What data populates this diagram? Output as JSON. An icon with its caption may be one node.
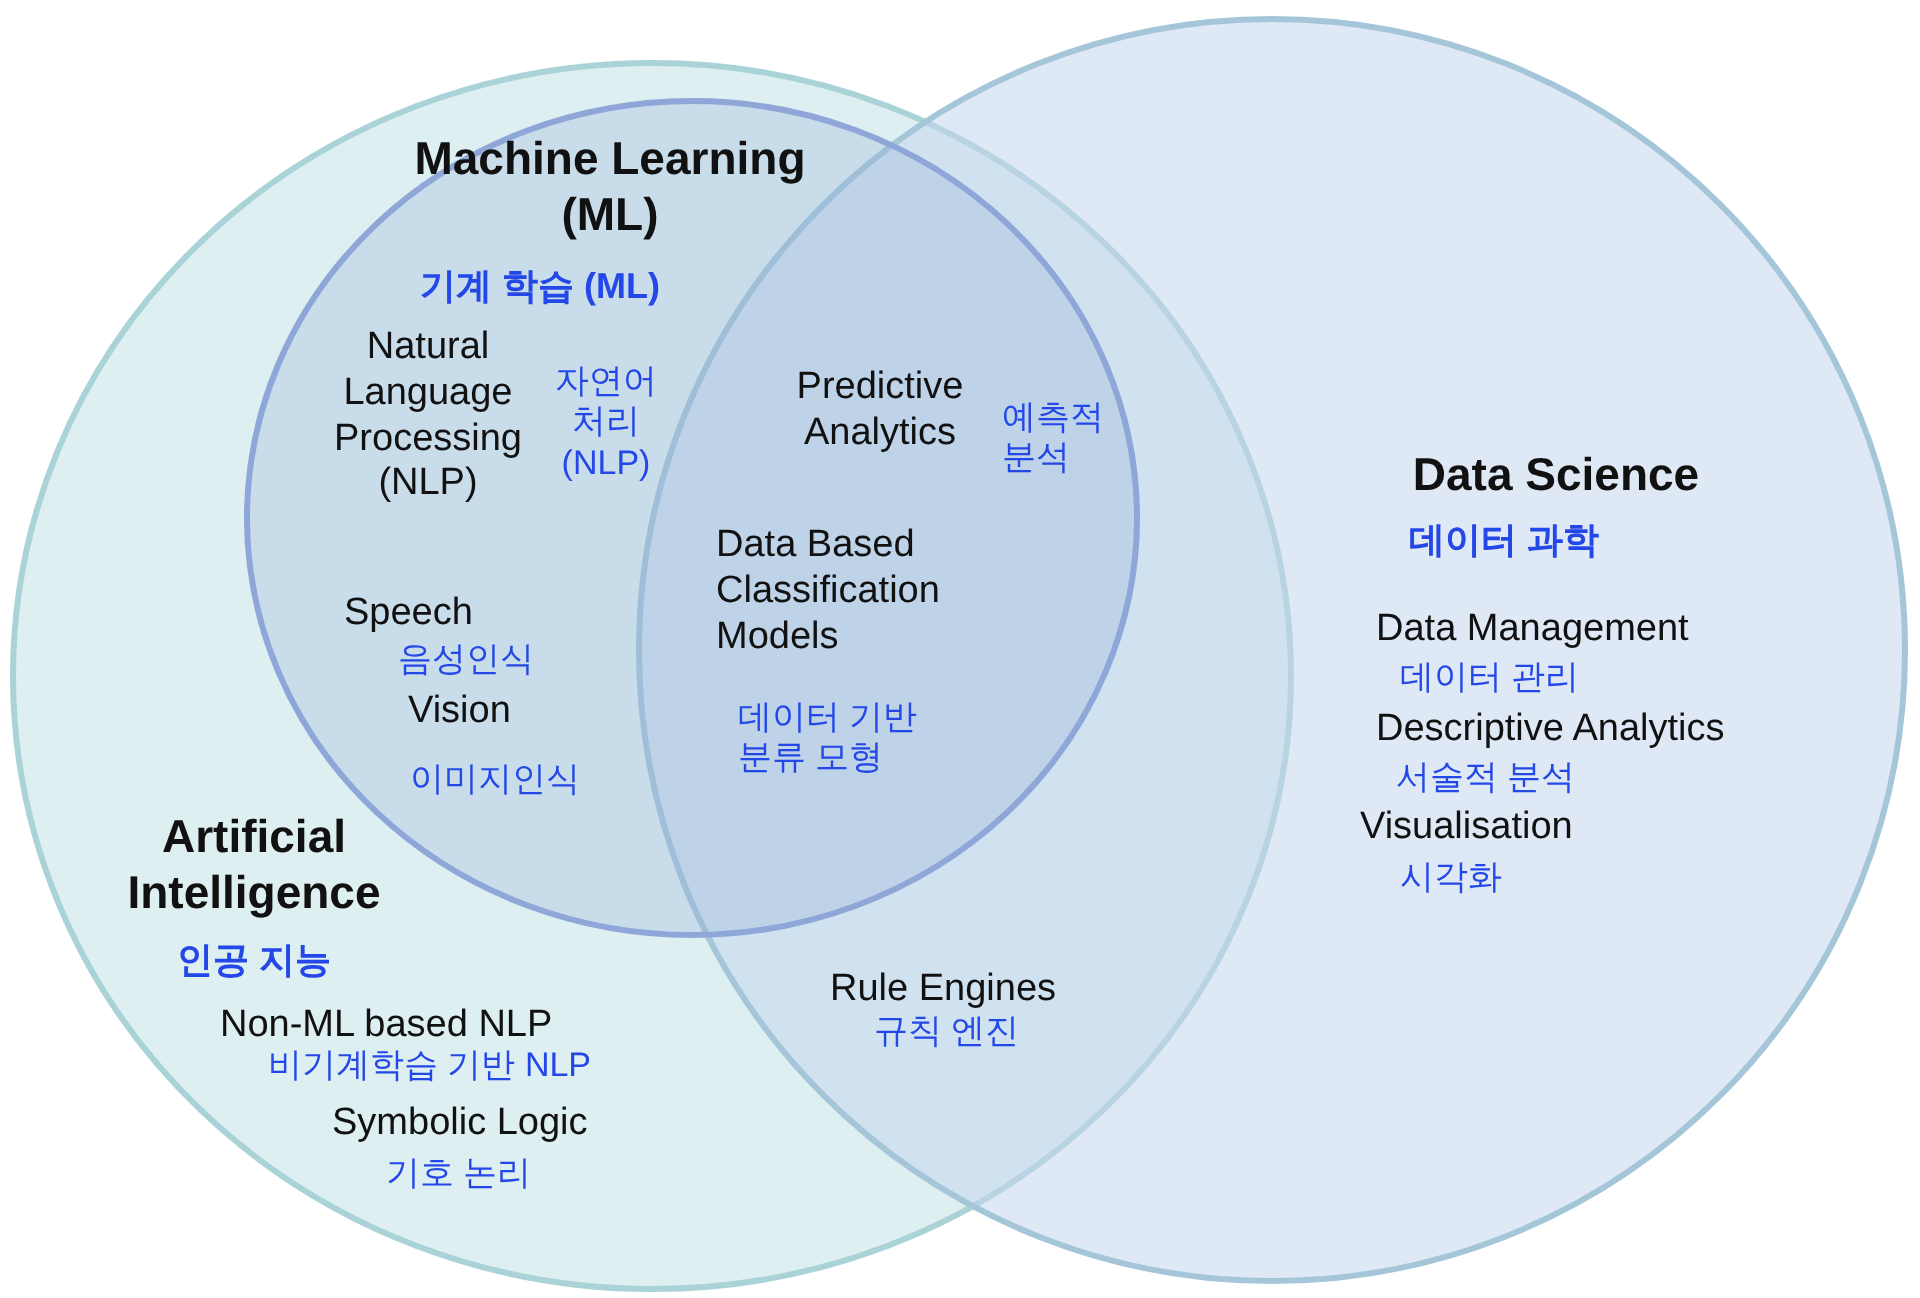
{
  "diagram": {
    "nodes": [
      {
        "text": [
          "Artificial Intelligence",
          "인공 지능"
        ]
      },
      {
        "text": [
          "Machine Learning (ML)",
          "기계 학습 (ML)"
        ],
        "in": 0
      },
      {
        "text": [
          "Data Science",
          "데이터 과학"
        ]
      }
    ],
    "edges": [],
    "labels": [
      "Natural Language Processing (NLP)",
      "자연어 처리 (NLP)",
      "Predictive Analytics",
      "예측적 분석",
      "Data Based Classification Models",
      "데이터 기반 분류 모형",
      "Speech",
      "음성인식",
      "Vision",
      "이미지인식",
      "Data Management",
      "데이터 관리",
      "Descriptive Analytics",
      "서술적 분석",
      "Visualisation",
      "시각화",
      "Non-ML based NLP",
      "비기계학습 기반 NLP",
      "Symbolic Logic",
      "기호 논리",
      "Rule Engines",
      "규칙 엔진"
    ]
  }
}
